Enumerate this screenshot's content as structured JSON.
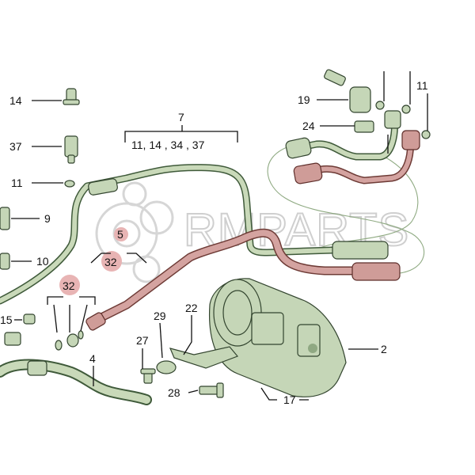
{
  "watermark": {
    "text": "RMPARTS"
  },
  "callouts": {
    "c14": "14",
    "c37": "37",
    "c11a": "11",
    "c9": "9",
    "c10": "10",
    "c15": "15",
    "c7": "7",
    "c7_sub": "11, 14 , 34  , 37",
    "c5": "5",
    "c32a": "32",
    "c32b": "32",
    "c4": "4",
    "c27": "27",
    "c29": "29",
    "c22": "22",
    "c28": "28",
    "c2": "2",
    "c17": "17",
    "c19": "19",
    "c24": "24",
    "c11b": "11"
  },
  "colors": {
    "hose_green": "#c9d9b9",
    "hose_red": "#d4a3a0",
    "highlight": "#e8b4b4"
  }
}
